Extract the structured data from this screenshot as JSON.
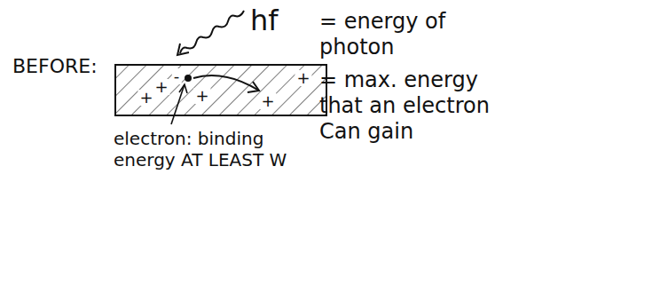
{
  "diagram": {
    "labels": [
      "BEFORE:",
      "hf",
      "= energy of photon",
      "= max. energy that an electron Can gain",
      "-",
      "+",
      "+",
      "+",
      "+",
      "+",
      "electron: binding energy AT LEAST W"
    ]
  }
}
